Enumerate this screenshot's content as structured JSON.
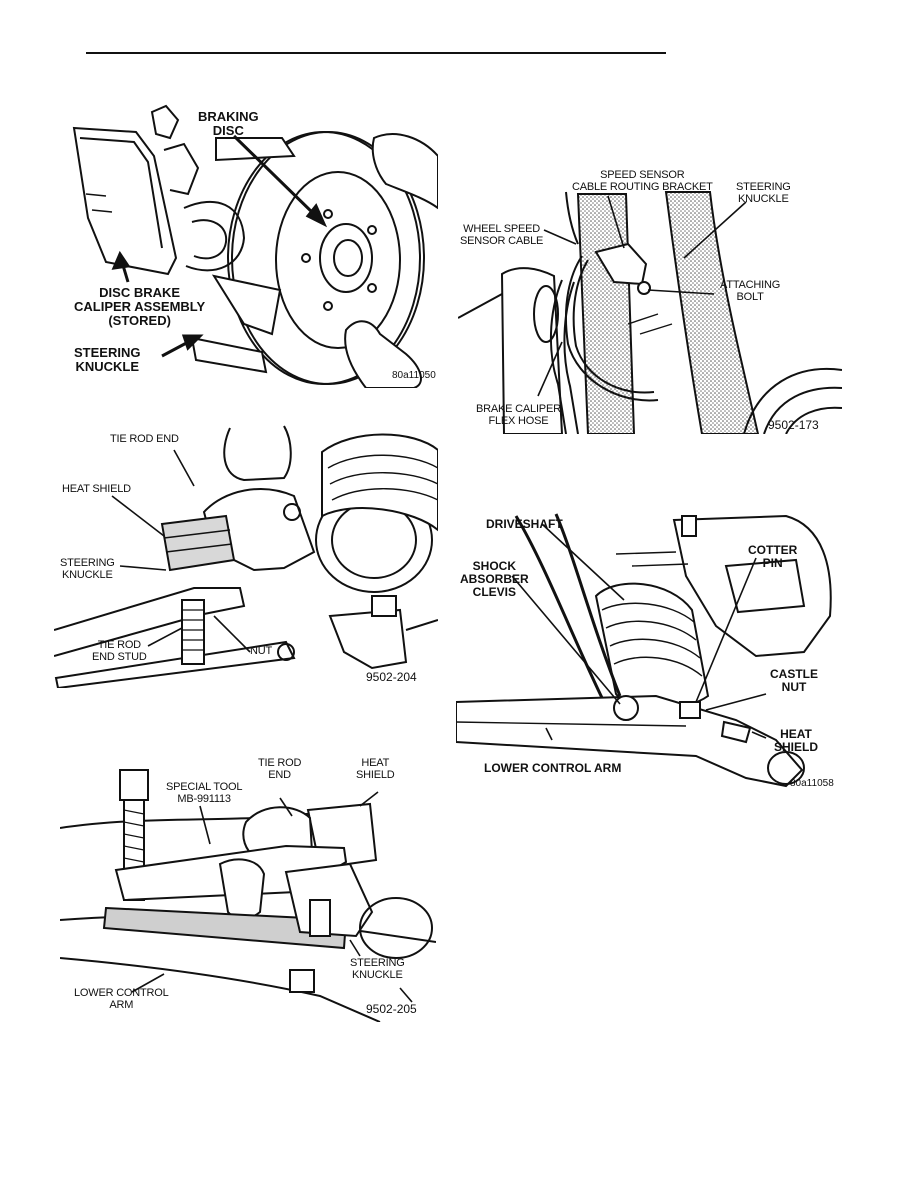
{
  "fig1": {
    "braking_disc": "BRAKING\nDISC",
    "caliper": "DISC BRAKE\nCALIPER ASSEMBLY\n(STORED)",
    "knuckle": "STEERING\nKNUCKLE",
    "code": "80a11050"
  },
  "fig2": {
    "tie_rod_end": "TIE ROD END",
    "heat_shield": "HEAT SHIELD",
    "steering_knuckle": "STEERING\nKNUCKLE",
    "tie_rod_end_stud": "TIE ROD\nEND STUD",
    "nut": "NUT",
    "code": "9502-204"
  },
  "fig3": {
    "tie_rod_end": "TIE ROD\nEND",
    "heat_shield": "HEAT\nSHIELD",
    "special_tool": "SPECIAL TOOL\nMB-991113",
    "steering_knuckle": "STEERING\nKNUCKLE",
    "lower_control_arm": "LOWER CONTROL\nARM",
    "code": "9502-205"
  },
  "fig4": {
    "speed_sensor_bracket": "SPEED SENSOR\nCABLE ROUTING BRACKET",
    "steering_knuckle": "STEERING\nKNUCKLE",
    "wheel_speed_cable": "WHEEL SPEED\nSENSOR CABLE",
    "attaching_bolt": "ATTACHING\nBOLT",
    "flex_hose": "BRAKE CALIPER\nFLEX HOSE",
    "code": "9502-173"
  },
  "fig5": {
    "driveshaft": "DRIVESHAFT",
    "shock_clevis": "SHOCK\nABSORBER\nCLEVIS",
    "cotter_pin": "COTTER\nPIN",
    "castle_nut": "CASTLE\nNUT",
    "heat_shield": "HEAT\nSHIELD",
    "lower_control_arm": "LOWER CONTROL ARM",
    "code": "80a11058"
  }
}
